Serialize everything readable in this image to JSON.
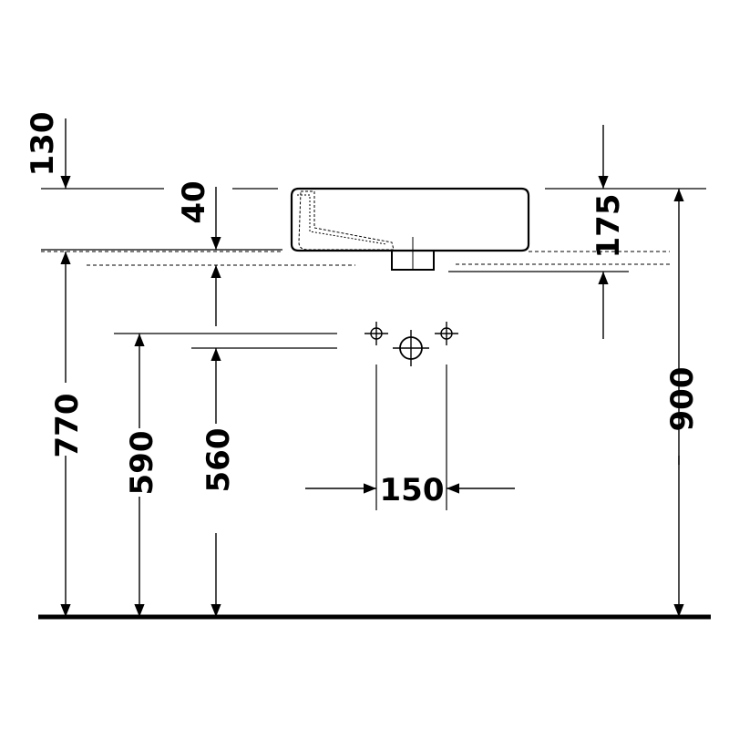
{
  "dimensions": {
    "d130": "130",
    "d40": "40",
    "d175": "175",
    "d900": "900",
    "d770": "770",
    "d590": "590",
    "d560": "560",
    "d150": "150"
  },
  "colors": {
    "line": "#000000",
    "background": "#ffffff"
  }
}
